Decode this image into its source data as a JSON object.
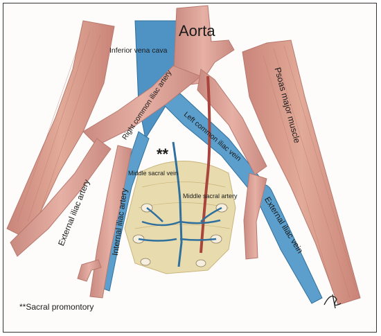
{
  "labels": {
    "aorta": "Aorta",
    "inferior_vena_cava": "Inferior vena cava",
    "right_common_iliac_artery": "Right common iliac artery",
    "left_common_iliac_vein": "Left common iliac vein",
    "middle_sacral_vein": "Middle sacral vein",
    "middle_sacral_artery": "Middle sacral artery",
    "external_iliac_artery": "External iliac artery",
    "internal_iliac_artery": "Internal iliac artery",
    "external_iliac_vein": "External iliac vein",
    "psoas_major_muscle": "Psoas major muscle",
    "promontory_marker": "**"
  },
  "footnote": "**Sacral promontory",
  "colors": {
    "artery": "#d89a8e",
    "artery_dark": "#b8786e",
    "vein": "#4f93c4",
    "muscle": "#d69a88",
    "sacrum": "#e8dcae"
  }
}
